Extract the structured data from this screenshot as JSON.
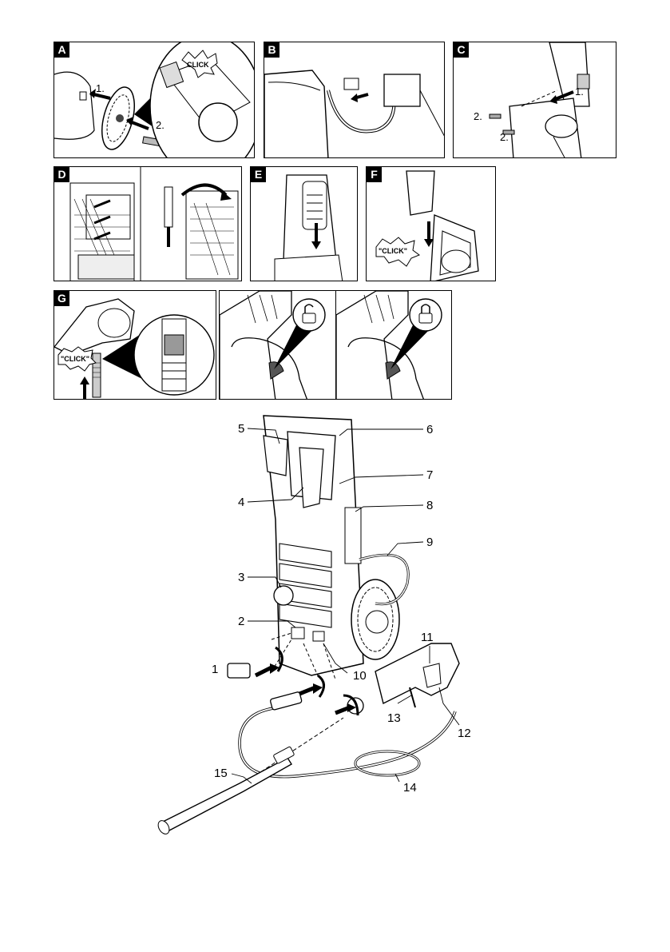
{
  "panels": {
    "A": {
      "letter": "A",
      "click": "CLICK",
      "step1": "1.",
      "step2": "2."
    },
    "B": {
      "letter": "B"
    },
    "C": {
      "letter": "C",
      "step1": "1.",
      "step2a": "2.",
      "step2b": "2."
    },
    "D": {
      "letter": "D"
    },
    "E": {
      "letter": "E"
    },
    "F": {
      "letter": "F",
      "click": "\"CLICK\""
    },
    "G": {
      "letter": "G",
      "click": "\"CLICK\""
    }
  },
  "overview": {
    "callouts": [
      "1",
      "2",
      "3",
      "4",
      "5",
      "6",
      "7",
      "8",
      "9",
      "10",
      "11",
      "12",
      "13",
      "14",
      "15"
    ]
  }
}
